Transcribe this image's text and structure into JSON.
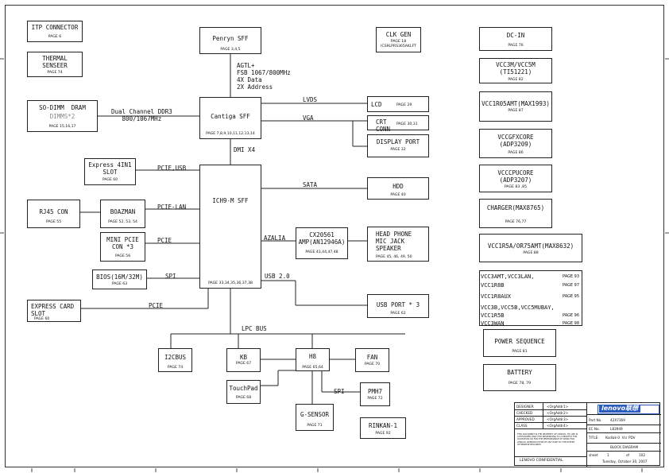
{
  "blocks": {
    "itp": {
      "title": "ITP CONNECTOR",
      "page": "PAGE 6"
    },
    "thermal": {
      "title": "THERMAL\nSENSEER",
      "page": "PAGE 74"
    },
    "sodimm": {
      "title": "SO-DIMM  DRAM",
      "sub": "DIMMS*2",
      "page": "PAGE 15,16,17"
    },
    "express4in1": {
      "title": "Express 4IN1\nSLOT",
      "page": "PAGE 60"
    },
    "rj45": {
      "title": "RJ45 CON",
      "page": "PAGE 55"
    },
    "boazman": {
      "title": "BOAZMAN",
      "page": "PAGE 52, 53, 54"
    },
    "minipcie": {
      "title": "MINI PCIE\nCON *3",
      "page": "PAGE 56"
    },
    "bios": {
      "title": "BIOS(16M/32M)",
      "page": "PAGE 63"
    },
    "expresscard": {
      "title": "EXPRESS CARD\nSLOT",
      "page": "PAGE 60"
    },
    "penryn": {
      "title": "Penryn SFF",
      "page": "PAGE 3,4,5"
    },
    "cantiga": {
      "title": "Cantiga SFF",
      "page": "PAGE 7,8,9,10,11,12,13,14"
    },
    "ich9": {
      "title": "ICH9-M SFF",
      "page": "PAGE 33,34,35,36,37,38"
    },
    "clkgen": {
      "title": "CLK GEN",
      "page": "PAGE 18",
      "part": "ICS9LPRS365AKLFT"
    },
    "lcd": {
      "title": "LCD",
      "page": "PAGE 29"
    },
    "crt": {
      "title": "CRT\nCONN",
      "page": "PAGE 30,31"
    },
    "dp": {
      "title": "DISPLAY PORT",
      "page": "PAGE 32"
    },
    "hdd": {
      "title": "HDD",
      "page": "PAGE 40"
    },
    "cx20561": {
      "title": "CX20561\nAMP(AN12946A)",
      "page": "PAGE 43,44,47,48"
    },
    "headphone": {
      "title": "HEAD PHONE\nMIC JACK\nSPEAKER",
      "page": "PAGE  45, 46, 49, 50"
    },
    "usbport": {
      "title": "USB PORT * 3",
      "page": "PAGE 62"
    },
    "i2cbus": {
      "title": "I2CBUS",
      "page": "PAGE 74"
    },
    "kb": {
      "title": "KB",
      "page": "PAGE 67"
    },
    "h8": {
      "title": "H8",
      "page": "PAGE 65,64"
    },
    "fan": {
      "title": "FAN",
      "page": "PAGE 70"
    },
    "touchpad": {
      "title": "TouchPad",
      "page": "PAGE 68"
    },
    "pmh7": {
      "title": "PMH7",
      "page": "PAGE 72"
    },
    "gsensor": {
      "title": "G-SENSOR",
      "page": "PAGE 71"
    },
    "rinkan": {
      "title": "RINKAN-1",
      "page": "PAGE 92"
    }
  },
  "signals": {
    "agtl": "AGTL+\nFSB 1067/800MHz\n4X Data\n2X Address",
    "ddr": "Dual Channel DDR3\n800/1067MHz",
    "lvds": "LVDS",
    "vga": "VGA",
    "dmi": "DMI X4",
    "pcie_usb": "PCIE,USB",
    "pcie_lan": "PCIE-LAN",
    "pcie": "PCIE",
    "spi": "SPI",
    "pcie2": "PCIE",
    "sata": "SATA",
    "azalia": "AZALIA",
    "usb2": "USB 2.0",
    "lpc": "LPC BUS",
    "spi2": "SPI"
  },
  "power": {
    "dcin": {
      "title": "DC-IN",
      "page": "PAGE  76"
    },
    "vcc3m": {
      "title": "VCC3M/VCC5M\n(TI51221)",
      "page": "PAGE  82"
    },
    "vcc1r05": {
      "title": "VCC1R05AMT(MAX1993)",
      "page": "PAGE  87"
    },
    "vccgfx": {
      "title": "VCCGFXCORE\n(ADP3209)",
      "page": "PAGE  86"
    },
    "vcccpu": {
      "title": "VCCCPUCORE\n(ADP3207)",
      "page": "PAGE  83 ,85"
    },
    "charger": {
      "title": "CHARGER(MAX8765)",
      "page": "PAGE 76,77"
    },
    "vcc1r5a": {
      "title": "VCC1R5A/OR75AMT(MAX8632)",
      "page": "PAGE  88"
    },
    "rails": [
      {
        "name": "VCC3AMT,VCC3LAN,",
        "page": "PAGE 93"
      },
      {
        "name": "VCC1R8B",
        "page": "PAGE 97"
      },
      {
        "name": "VCC1R8AUX",
        "page": "PAGE 95"
      },
      {
        "name": "VCC3B,VCC5B,VCC5MUBAY,",
        "page": ""
      },
      {
        "name": "VCC1R5B",
        "page": "PAGE 96"
      },
      {
        "name": "VCC3WAN",
        "page": "PAGE 98"
      }
    ],
    "sequence": {
      "title": "POWER SEQUENCE",
      "page": "PAGE 81"
    },
    "battery": {
      "title": "BATTERY",
      "page": "PAGE  78, 79"
    }
  },
  "titleblock": {
    "rows": [
      {
        "k": "DESIGNER",
        "v": "<OrgAddr1>"
      },
      {
        "k": "CHECKED",
        "v": "<OrgAddr2>"
      },
      {
        "k": "APPROVED",
        "v": "<OrgAddr3>"
      },
      {
        "k": "CLASS",
        "v": "<OrgAddr4>"
      }
    ],
    "logo": "lenovo联想",
    "part_no_label": "Part No.",
    "part_no": "42X7369",
    "ec_label": "EC No.",
    "ec": "L83949",
    "title_label": "TITLE:",
    "title": "Kodiak-0  Vcr PDV",
    "drawing": "BLOCK DIAGRAM",
    "sheet_label": "sheet",
    "sheet": "1",
    "of": "of",
    "total": "102",
    "date": "Tuesday, October 30, 2007",
    "confidential": "LENOVO CONFIDENTIAL",
    "notice": "THIS DOCUMENT IS THE PROPERTY OF LENOVO. ITS USE IS AUTHORIZED ONLY FOR RESPONDING TO A REQUEST FOR QUOTATION OR FOR THE PERFORMANCE OF WORK FOR LENOVO. REPRODUCTION OF ANY PART TO THE EXTENT OTHERWISE REQUIRED"
  }
}
